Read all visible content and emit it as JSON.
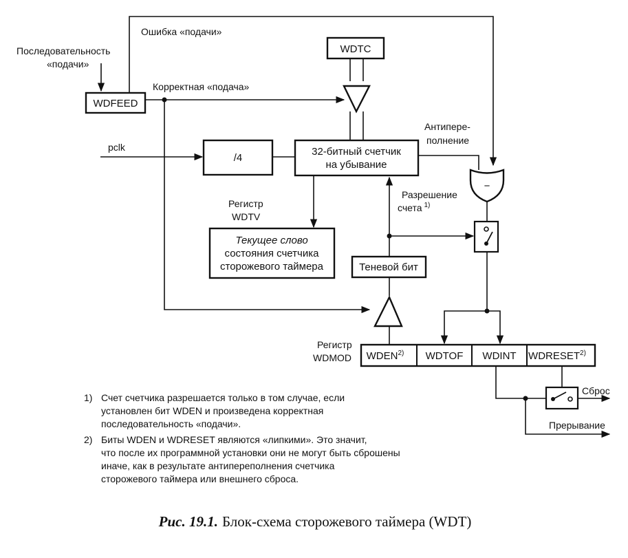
{
  "labels": {
    "feed_error": "Ошибка «подачи»",
    "feed_sequence_line1": "Последовательность",
    "feed_sequence_line2": "«подачи»",
    "correct_feed": "Корректная «подача»",
    "pclk": "pclk",
    "underflow_line1": "Антипере-",
    "underflow_line2": "полнение",
    "count_enable_line1": "Разрешение",
    "count_enable_line2": "счета",
    "count_enable_sup": "1)",
    "wdtv_reg_line1": "Регистр",
    "wdtv_reg_line2": "WDTV",
    "wdmod_reg_line1": "Регистр",
    "wdmod_reg_line2": "WDMOD",
    "reset": "Сброс",
    "interrupt": "Прерывание"
  },
  "blocks": {
    "wdtc": "WDTC",
    "wdfeed": "WDFEED",
    "divider": "/4",
    "counter_line1": "32-битный счетчик",
    "counter_line2": "на убывание",
    "wdtv_line1": "Текущее слово",
    "wdtv_line2": "состояния счетчика",
    "wdtv_line3": "сторожевого таймера",
    "shadow_bit": "Теневой бит",
    "or_gate_symbol": "−"
  },
  "wdmod_bits": {
    "wden": "WDEN",
    "wden_sup": "2)",
    "wdtof": "WDTOF",
    "wdint": "WDINT",
    "wdreset": "WDRESET",
    "wdreset_sup": "2)"
  },
  "notes": {
    "n1_num": "1)",
    "n1_line1": "Счет счетчика разрешается только в том случае, если",
    "n1_line2": "установлен бит WDEN и произведена корректная",
    "n1_line3": "последовательность «подачи».",
    "n2_num": "2)",
    "n2_line1": "Биты WDEN и WDRESET являются «липкими». Это значит,",
    "n2_line2": "что после их программной установки они не могут быть сброшены",
    "n2_line3": "иначе, как в результате антипереполнения счетчика",
    "n2_line4": "сторожевого таймера или внешнего сброса."
  },
  "caption": {
    "prefix": "Рис. 19.1.",
    "text": "Блок-схема сторожевого таймера (WDT)"
  }
}
